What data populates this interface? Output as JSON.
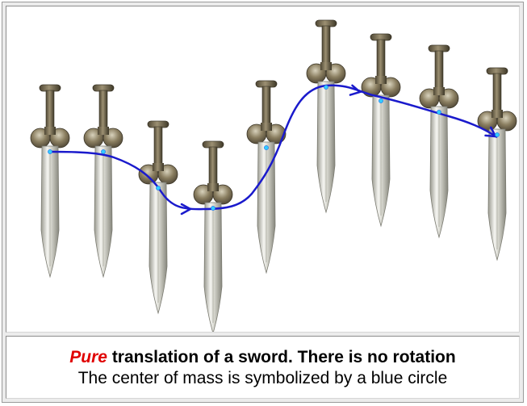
{
  "caption": {
    "emphasis": "Pure",
    "line1_rest": " translation of a sword. There is no rotation",
    "line2": "The center of mass is symbolized by a blue circle"
  },
  "colors": {
    "emphasis": "#e00000",
    "path": "#1a1acc",
    "center_of_mass": "#33ccff",
    "blade_light": "#f2f2ee",
    "blade_dark": "#8a8a80",
    "hilt": "#7a6e52"
  },
  "diagram": {
    "object": "sword",
    "motion": "pure translation",
    "sword_count": 9,
    "path_arrows": 3,
    "icons": [
      "sword-icon",
      "arrowhead-icon",
      "center-of-mass-circle"
    ]
  }
}
